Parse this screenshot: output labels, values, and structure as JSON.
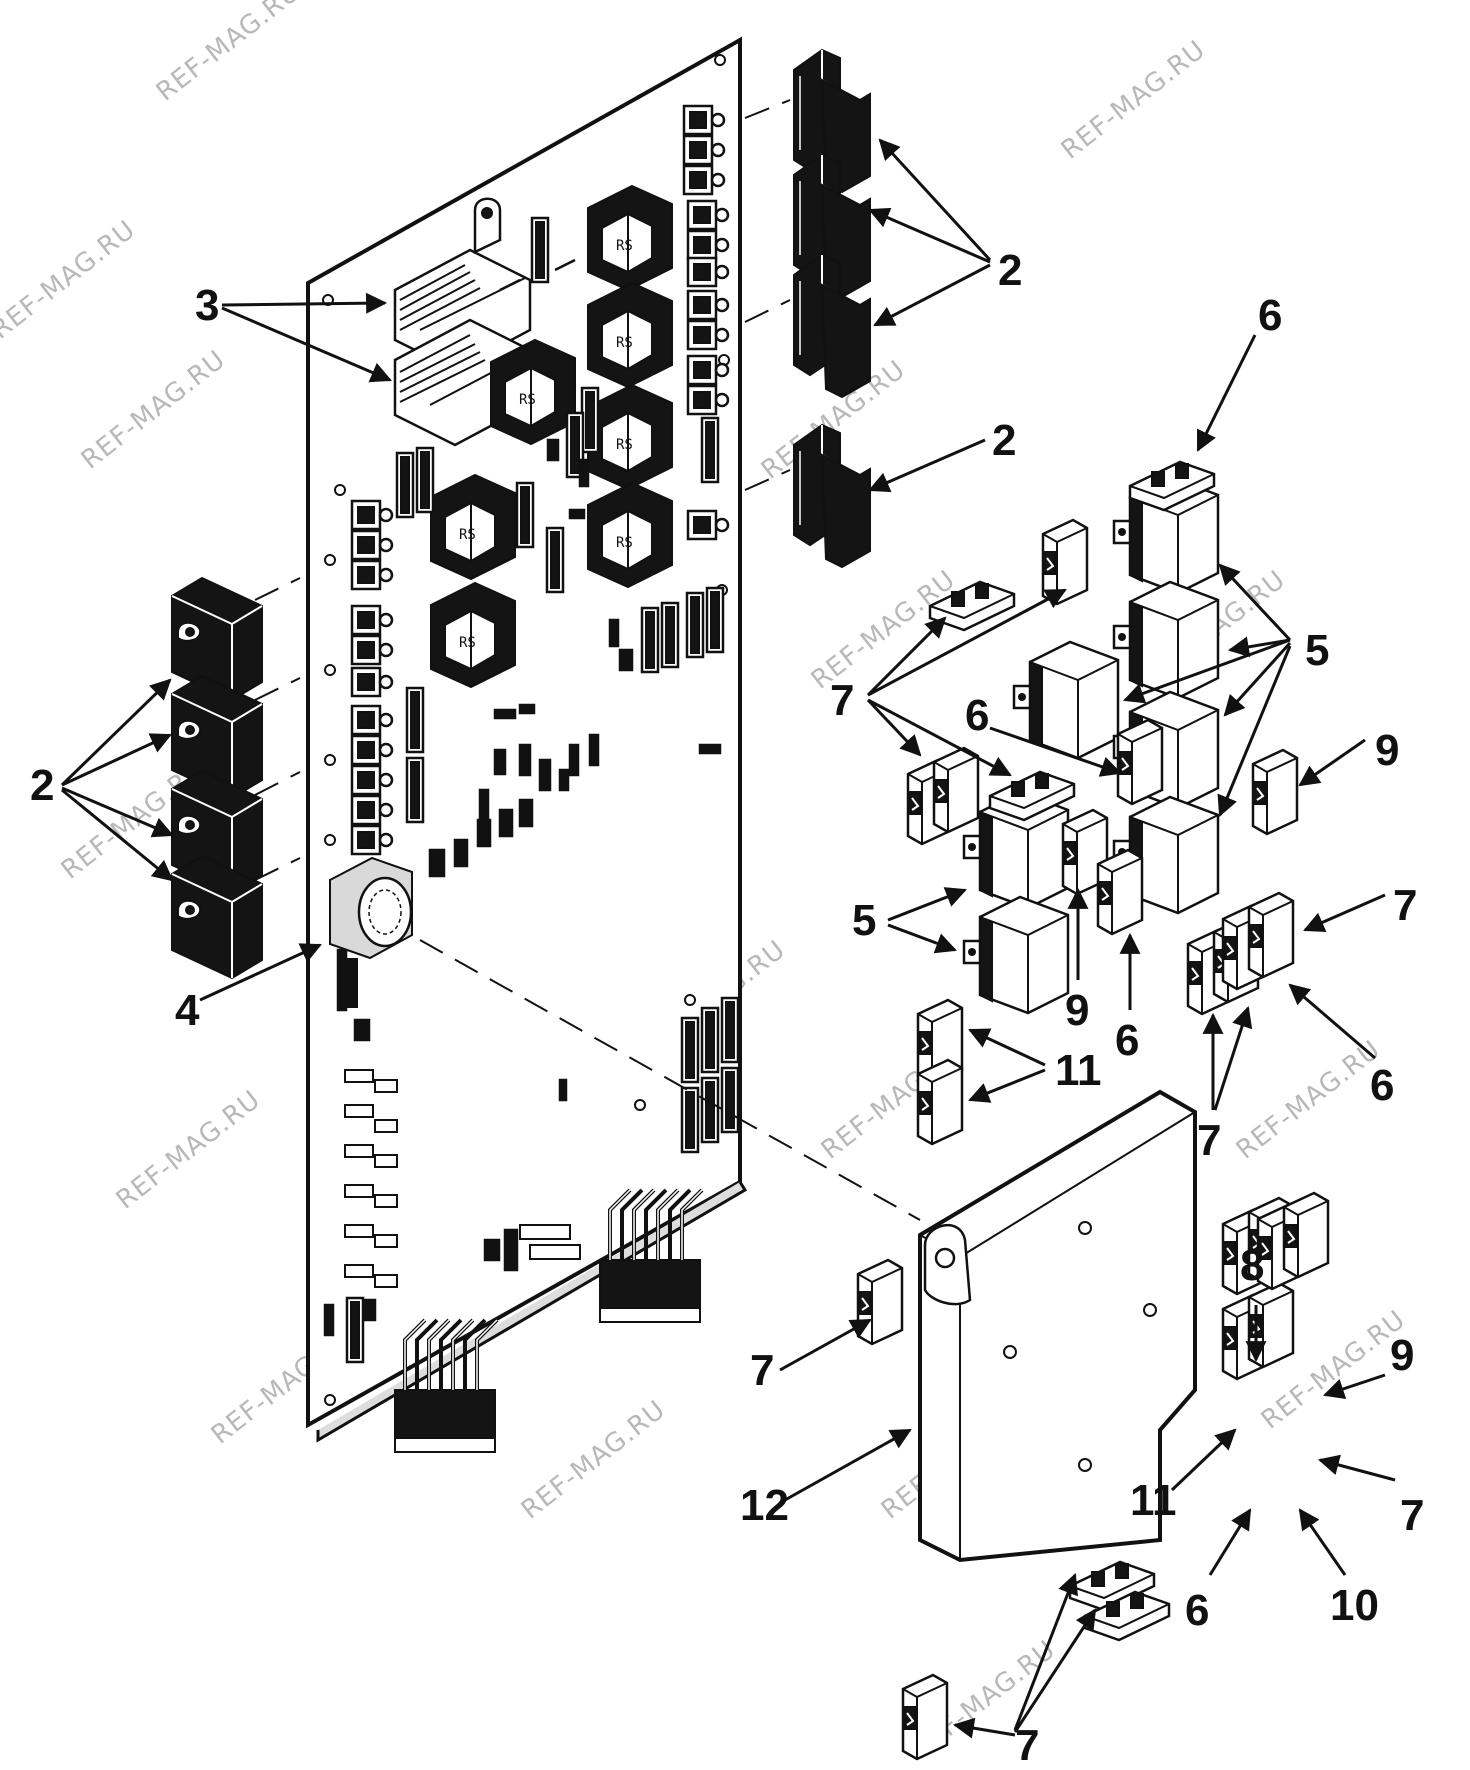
{
  "watermark": "REF-MAG.RU",
  "callouts": {
    "c2_left": "2",
    "c2_top": "2",
    "c2_mid": "2",
    "c3": "3",
    "c4": "4",
    "c5_right": "5",
    "c5_left": "5",
    "c6_top": "6",
    "c6_mid": "6",
    "c6_bottom": "6",
    "c6_right": "6",
    "c6_low": "6",
    "c7_left": "7",
    "c7_right": "7",
    "c7_mid": "7",
    "c7_cover": "7",
    "c7_group": "7",
    "c7_bottom": "7",
    "c8": "8",
    "c9_right": "9",
    "c9_mid": "9",
    "c9_group": "9",
    "c10": "10",
    "c11_mid": "11",
    "c11_group": "11",
    "c12": "12"
  }
}
